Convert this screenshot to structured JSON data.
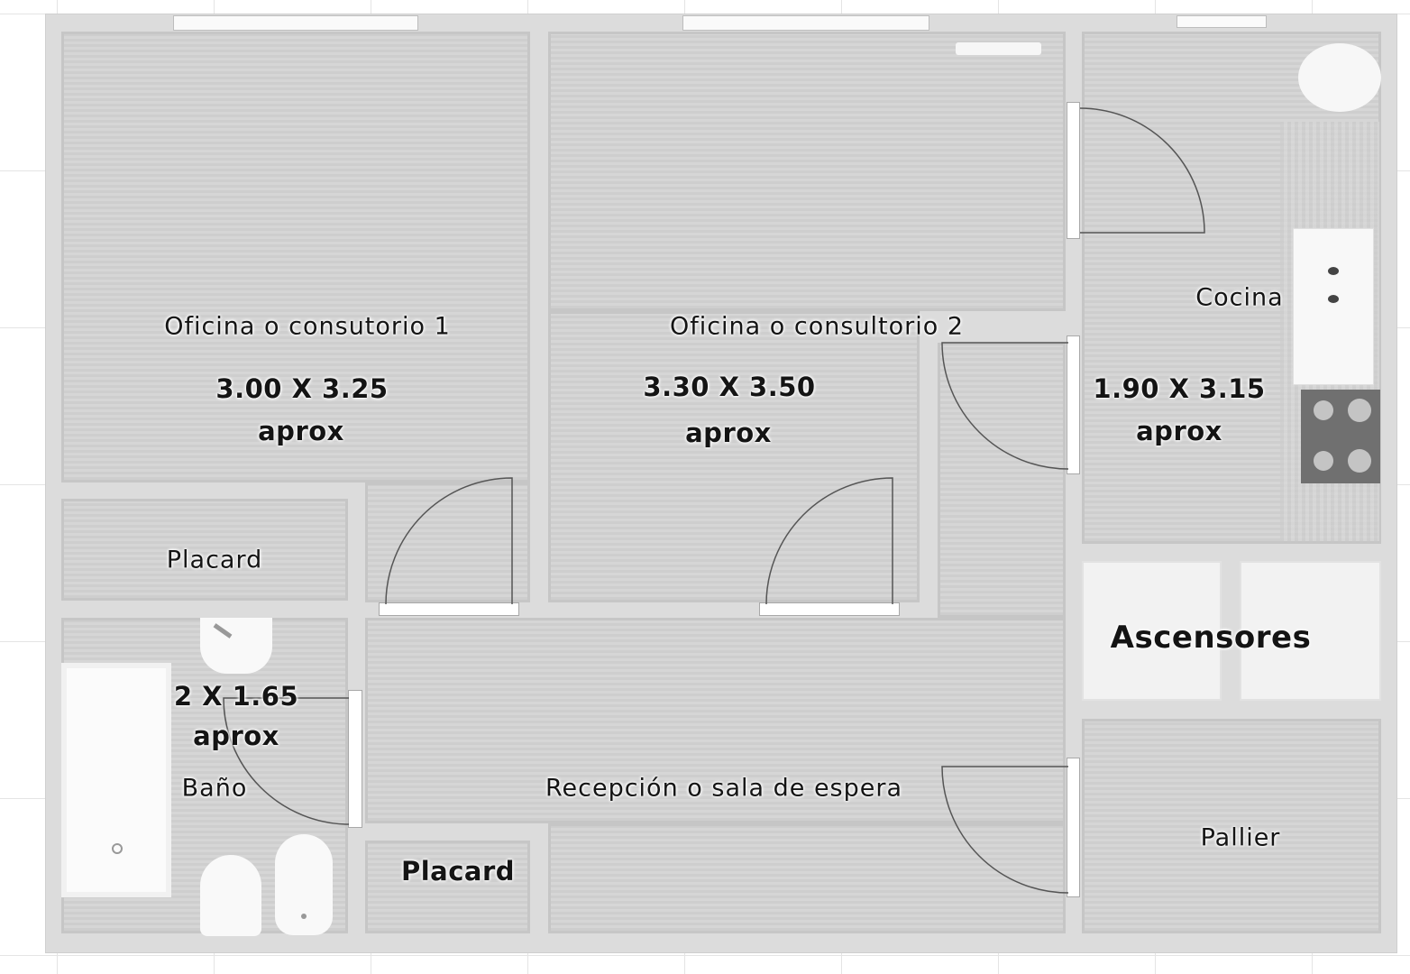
{
  "plan": {
    "title": "Floor plan",
    "colors": {
      "floor": "#d3d3d3",
      "wall": "#dcdcdc",
      "fixture": "#f4f4f4",
      "text": "#141414",
      "stove": "#6e6e6e"
    },
    "rooms": {
      "office1": {
        "name": "Oficina o consutorio 1",
        "size": "3.00 X 3.25",
        "approx": "aprox"
      },
      "office2": {
        "name": "Oficina o consultorio 2",
        "size": "3.30 X 3.50",
        "approx": "aprox"
      },
      "kitchen": {
        "name": "Cocina",
        "size": "1.90 X 3.15",
        "approx": "aprox"
      },
      "closet1": {
        "name": "Placard"
      },
      "bathroom": {
        "name": "Baño",
        "size": "2 X 1.65",
        "approx": "aprox"
      },
      "reception": {
        "name": "Recepción o sala de espera"
      },
      "closet2": {
        "name": "Placard"
      },
      "elevators": {
        "name": "Ascensores"
      },
      "landing": {
        "name": "Pallier"
      }
    },
    "fixtures": [
      "bathtub",
      "sink",
      "toilet",
      "bidet",
      "kitchen-counter",
      "stove",
      "round-table"
    ]
  }
}
